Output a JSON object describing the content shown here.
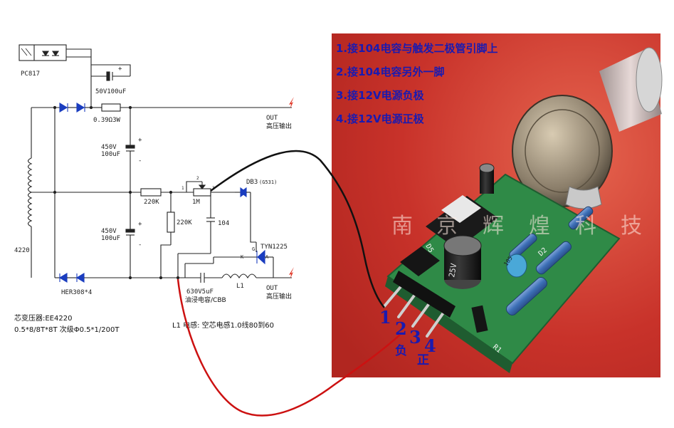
{
  "schematic": {
    "optocoupler": "PC817",
    "cap_top": "50V100uF",
    "resistor_sense": "0.39Ω3W",
    "cap_upper_voltage": "450V",
    "cap_upper_value": "100uF",
    "cap_lower_voltage": "450V",
    "cap_lower_value": "100uF",
    "transformer": "4220",
    "diode_bottom": "HER308*4",
    "res_220k_h": "220K",
    "res_220k_v": "220K",
    "pot": "1M",
    "cap_104": "104",
    "diac": "DB3",
    "diac_alt": "(G531)",
    "scr": "TYN1225",
    "scr_k": "K",
    "scr_a": "A",
    "scr_g": "G",
    "pot_pin1": "1",
    "pot_pin2": "2",
    "pot_pin3": "3",
    "cap_630v": "630V5uF",
    "cap_630v_type": "油浸电容/CBB",
    "inductor": "L1",
    "out_label_top": "OUT",
    "out_desc_top": "高压输出",
    "out_label_bottom": "OUT",
    "out_desc_bottom": "高压输出",
    "plus1": "+",
    "minus1": "-",
    "plus2": "+",
    "minus2": "-",
    "plus_top": "+"
  },
  "notes": {
    "core": "芯变压器:EE4220",
    "winding": "0.5*8/8T*8T  次级Φ0.5*1/200T",
    "inductor_note": "L1 电感: 空芯电感1.0线80到60"
  },
  "instructions": [
    "1.接104电容与触发二极管引脚上",
    "2.接104电容另外一脚",
    "3.接12V电源负极",
    "4.接12V电源正极"
  ],
  "pins": {
    "p1": "1",
    "p2": "2",
    "p3": "3",
    "p4": "4",
    "neg": "负",
    "pos": "正"
  },
  "watermark": [
    "南",
    "京",
    "辉",
    "煌",
    "科",
    "技"
  ],
  "board_labels": {
    "d5": "D5",
    "d2": "D2",
    "r1": "R1",
    "c105": "105",
    "cap_25v": "25V"
  },
  "colors": {
    "wire_black": "#111111",
    "wire_red": "#cc1111",
    "instruction_text": "#1a1ab0",
    "board_bg": "#c8322a",
    "pcb": "#2f8a47"
  }
}
